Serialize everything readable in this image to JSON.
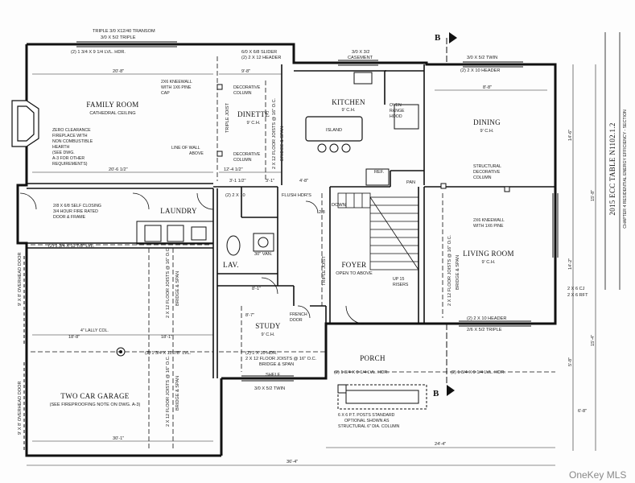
{
  "rooms": [
    {
      "id": "family-room",
      "label": "FAMILY ROOM",
      "sub": "CATHEDRAL CEILING"
    },
    {
      "id": "dinette",
      "label": "DINETTE",
      "sub": "9' C.H."
    },
    {
      "id": "kitchen",
      "label": "KITCHEN",
      "sub": "9' C.H."
    },
    {
      "id": "island",
      "label": "ISLAND",
      "sub": ""
    },
    {
      "id": "dining",
      "label": "DINING",
      "sub": "9' C.H."
    },
    {
      "id": "laundry",
      "label": "LAUNDRY",
      "sub": ""
    },
    {
      "id": "lav",
      "label": "LAV.",
      "sub": ""
    },
    {
      "id": "foyer",
      "label": "FOYER",
      "sub": "OPEN TO ABOVE"
    },
    {
      "id": "living-room",
      "label": "LIVING ROOM",
      "sub": "9' C.H."
    },
    {
      "id": "study",
      "label": "STUDY",
      "sub": "9' C.H."
    },
    {
      "id": "porch",
      "label": "PORCH",
      "sub": ""
    },
    {
      "id": "garage",
      "label": "TWO CAR GARAGE",
      "sub": "(SEE FIREPROOFING NOTE ON DWG. A-3)"
    }
  ],
  "notes": {
    "fireplace": [
      "ZERO CLEARANCE",
      "FIREPLACE WITH",
      "NON COMBUSTIBLE",
      "HEARTH",
      "(SEE DWG.",
      "A-3 FOR OTHER",
      "REQUIREMENTS)"
    ],
    "kneewall_dinette": [
      "2X6 KNEEWALL",
      "WITH 1X6 PINE",
      "CAP"
    ],
    "deco_column_1": [
      "DECORATIVE",
      "COLUMN"
    ],
    "line_of_wall": [
      "LINE OF WALL",
      "ABOVE"
    ],
    "deco_column_2": [
      "DECORATIVE",
      "COLUMN"
    ],
    "oven": [
      "OVEN",
      "RANGE",
      "HOOD"
    ],
    "structural_column": [
      "STRUCTURAL",
      "DECORATIVE",
      "COLUMN"
    ],
    "kneewall_living": [
      "2X6 KNEEWALL",
      "WITH 1X6 PINE"
    ],
    "self_closing_door": [
      "2/8 X 6/8 SELF CLOSING",
      "3/4 HOUR FIRE RATED",
      "DOOR & FRAME"
    ],
    "lally_col": "4\" LALLY COL.",
    "posts_note": [
      "6 X 6 P.T. POSTS STANDARD",
      "OPTIONAL SHOWN AS",
      "STRUCTURAL 6\" DIA. COLUMN"
    ],
    "up_risers": [
      "UP 15",
      "RISERS"
    ],
    "french_door": [
      "FRENCH",
      "DOOR"
    ]
  },
  "dimensions": {
    "triple_transom": "TRIPLE 3/0 X12/40 TRANSOM",
    "triple_top": "3/0 X 5/2 TRIPLE",
    "lvl_hdr_top": "(2) 1 3/4 X 9 1/4 LVL. HDR.",
    "slider": "6/0 X 6/8 SLIDER",
    "header_2x12": "(2) 2 X 12 HEADER",
    "casement": "3/0 X 3/2",
    "casement_label": "CASEMENT",
    "twin_top": "3/0 X 5/2 TWIN",
    "family_w": "20'-8\"",
    "dinette_w": "9'-8\"",
    "dining_w": "8'-8\"",
    "family_bot": "20'-6 1/2\"",
    "dinette_bot": "12'-4 1/2\"",
    "ch_1": "3'-1 1/2\"",
    "ch_2": "3'-1\"",
    "ch_3": "4'-8\"",
    "hdr_2x10_mid": "(2) 2 X 10",
    "flush_hdr": "FLUSH HDR'S",
    "lvl_mid": "(2) 1 3/4 X 11 7/8\" LVL.",
    "lvl_mid_2": "(2) 1 3/4 X 11 7/8\" LVL.",
    "garage_w": "18'-8\"",
    "garage_w2": "18'-1\"",
    "garage_bot": "30'-1\"",
    "study_hdr": "(2) 2 X 10 HDR.",
    "study_shelf": "SHELF",
    "study_window": "3/0 X 5/2 TWIN",
    "porch_hdr": "(2) 1 3/4 X 9 1/4 LVL. HDR.",
    "porch_hdr_2": "(2) 1 3/4 X 9 1/4 LVL. HDR.",
    "living_hdr": "(2) 2 X 10 HEADER",
    "living_triple": "2/6 X 5/2 TRIPLE",
    "overhead_door_1": "9' X 8' OVERHEAD DOOR",
    "overhead_door_2": "9' X 8' OVERHEAD DOOR",
    "overall_bottom": "36'-4\"",
    "porch_w": "24'-4\"",
    "right_a": "14'-6\"",
    "right_b": "15'-8\"",
    "right_c": "14'-2\"",
    "right_d": "15'-4\"",
    "hdr_6cj": "2 X 6 CJ",
    "hdr_6cj_2": "2 X 6 RFT",
    "right_f": "5'-8\"",
    "right_g": "6'-8\"",
    "joists_1": "2 X 12 FLOOR JOISTS @ 16\" O.C.",
    "joists_2": "BRIDGE & SPAN",
    "triple_joist": "TRIPLE JOIST",
    "pan": "PAN",
    "ref": "REF.",
    "dn": "DOWN",
    "sp": "2/8",
    "lavvan": "30\" VAN.",
    "study_a": "8'-1\"",
    "study_b": "8'-7\""
  },
  "section_markers": {
    "top": "B",
    "bottom": "B"
  },
  "title_block": [
    "2015 ECC TABLE N1102.1.2",
    "CHAPTER 4 RESIDENTIAL ENERGY EFFICIENCY - SECTION"
  ],
  "watermark": "OneKey MLS"
}
